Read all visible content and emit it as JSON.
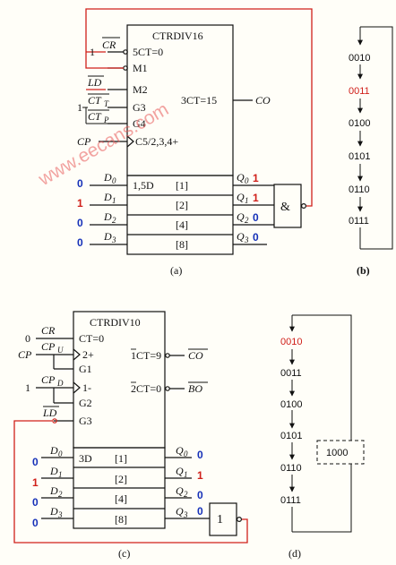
{
  "watermark": "www.eecans.com",
  "diagram_a": {
    "title": "CTRDIV16",
    "caption": "(a)",
    "left_labels": {
      "cr": "CR",
      "cr_level": "1",
      "ld": "LD",
      "ct_t": "CT",
      "ct_t_sub": "T",
      "ct_p": "CT",
      "ct_p_sub": "P",
      "ct_level": "1",
      "cp": "CP"
    },
    "pins": {
      "p1": "5CT=0",
      "p2": "M1",
      "p3": "M2",
      "p4": "G3",
      "p5": "G4",
      "p6": "C5/2,3,4+"
    },
    "co_pin": "3CT=15",
    "co": "CO",
    "data_header": "1,5D",
    "weights": [
      "[1]",
      "[2]",
      "[4]",
      "[8]"
    ],
    "d_labels": [
      "D",
      "D",
      "D",
      "D"
    ],
    "d_subs": [
      "0",
      "1",
      "2",
      "3"
    ],
    "d_values": [
      "0",
      "1",
      "0",
      "0"
    ],
    "q_labels": [
      "Q",
      "Q",
      "Q",
      "Q"
    ],
    "q_subs": [
      "0",
      "1",
      "2",
      "3"
    ],
    "q_values": [
      "1",
      "1",
      "0",
      "0"
    ],
    "gate": "&"
  },
  "sequence_b": {
    "caption": "(b)",
    "states": [
      "0010",
      "0011",
      "0100",
      "0101",
      "0110",
      "0111"
    ],
    "highlight_color": "#d0201a"
  },
  "diagram_c": {
    "title": "CTRDIV10",
    "caption": "(c)",
    "left_labels": {
      "cr": "CR",
      "cr_level": "0",
      "cp": "CP",
      "cp_u": "CP",
      "cp_u_sub": "U",
      "cp_d": "CP",
      "cp_d_sub": "D",
      "cp_d_level": "1",
      "ld": "LD"
    },
    "pins": {
      "p1": "CT=0",
      "p2": "2+",
      "p3": "G1",
      "p4": "1-",
      "p5": "G2",
      "p6": "G3"
    },
    "co_pin": "1CT=9",
    "co": "CO",
    "bo_pin": "2CT=0",
    "bo": "BO",
    "data_header": "3D",
    "weights": [
      "[1]",
      "[2]",
      "[4]",
      "[8]"
    ],
    "d_labels": [
      "D",
      "D",
      "D",
      "D"
    ],
    "d_subs": [
      "0",
      "1",
      "2",
      "3"
    ],
    "d_values": [
      "0",
      "1",
      "0",
      "0"
    ],
    "q_labels": [
      "Q",
      "Q",
      "Q",
      "Q"
    ],
    "q_subs": [
      "0",
      "1",
      "2",
      "3"
    ],
    "q_values": [
      "0",
      "1",
      "0",
      "0"
    ],
    "gate": "1"
  },
  "sequence_d": {
    "caption": "(d)",
    "states": [
      "0010",
      "0011",
      "0100",
      "0101",
      "0110",
      "0111"
    ],
    "skipped_state": "1000",
    "highlight_color": "#d0201a"
  },
  "colors": {
    "wire_red": "#d0201a",
    "value_blue": "#1530b8"
  }
}
